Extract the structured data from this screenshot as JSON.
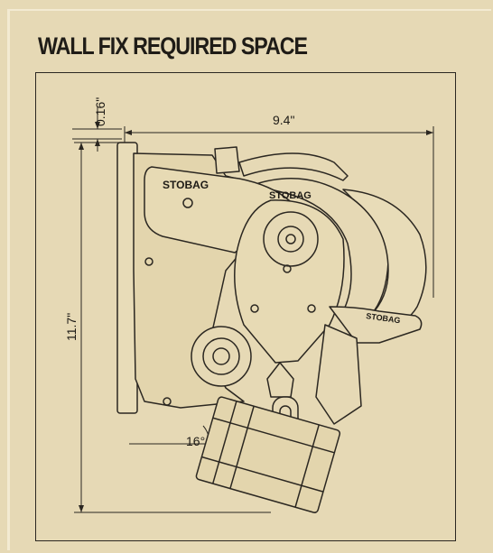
{
  "title": "WALL FIX REQUIRED SPACE",
  "dimensions": {
    "top_offset": "0.16\"",
    "width": "9.4\"",
    "height": "11.7\"",
    "angle": "16°"
  },
  "labels": {
    "brand_arm": "STOBAG",
    "brand_cover": "STOBAG",
    "brand_roller": "STOBAG"
  },
  "colors": {
    "background": "#e6d9b5",
    "line": "#2b2721"
  }
}
